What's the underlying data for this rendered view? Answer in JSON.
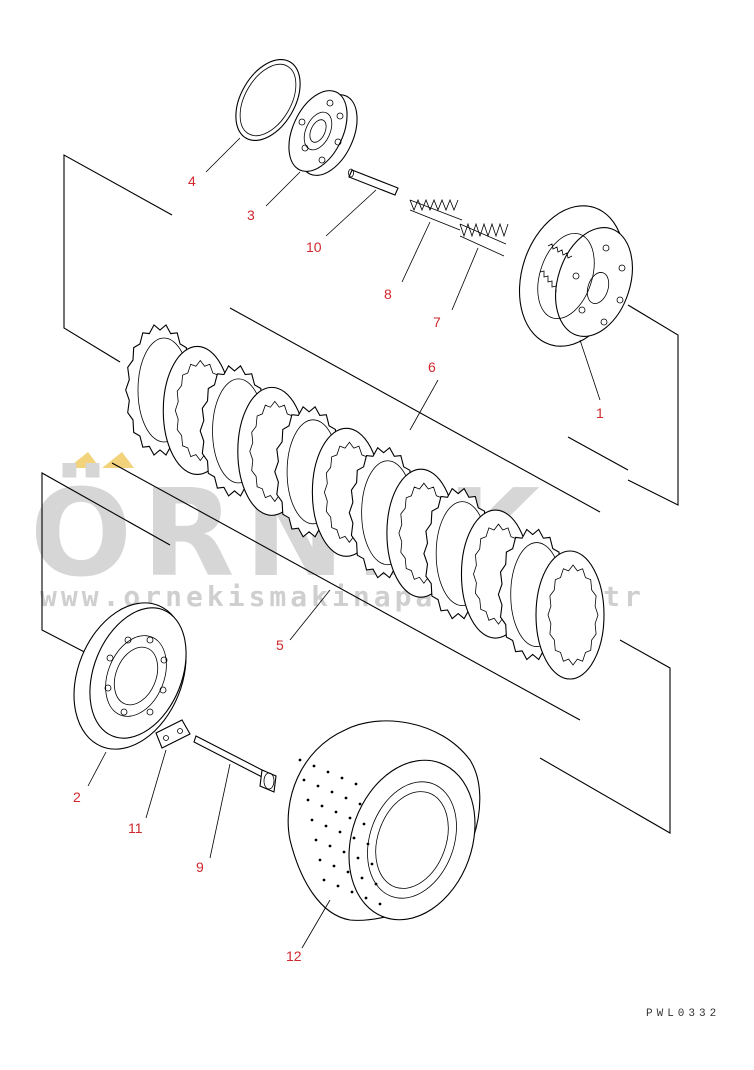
{
  "watermark": {
    "brand": "ÖRNEK",
    "url": "www.ornekismakinaparca.com.tr"
  },
  "drawing_code": "PWL0332",
  "callouts": [
    {
      "id": "1",
      "label": "1"
    },
    {
      "id": "2",
      "label": "2"
    },
    {
      "id": "3",
      "label": "3"
    },
    {
      "id": "4",
      "label": "4"
    },
    {
      "id": "5",
      "label": "5"
    },
    {
      "id": "6",
      "label": "6"
    },
    {
      "id": "7",
      "label": "7"
    },
    {
      "id": "8",
      "label": "8"
    },
    {
      "id": "9",
      "label": "9"
    },
    {
      "id": "10",
      "label": "10"
    },
    {
      "id": "11",
      "label": "11"
    },
    {
      "id": "12",
      "label": "12"
    }
  ],
  "colors": {
    "callout": "#d0282e",
    "watermark": "#d6d6d6",
    "watermark_accent": "#f2d27a"
  }
}
